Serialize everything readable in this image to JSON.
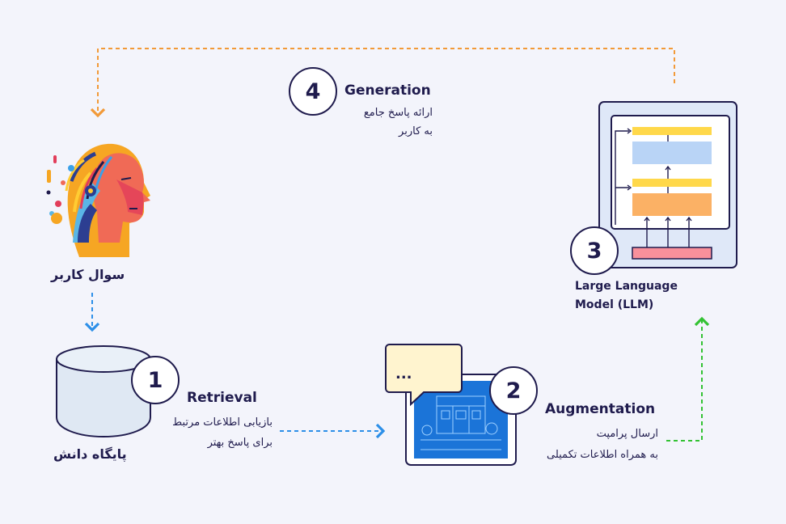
{
  "steps": [
    {
      "number": "1",
      "title": "Retrieval",
      "line1": "بازیابی اطلاعات مرتبط",
      "line2": "برای پاسخ بهتر"
    },
    {
      "number": "2",
      "title": "Augmentation",
      "line1": "ارسال پرامپت",
      "line2": "به همراه اطلاعات تکمیلی"
    },
    {
      "number": "3",
      "title_line1": "Large Language",
      "title_line2": "Model (LLM)"
    },
    {
      "number": "4",
      "title": "Generation",
      "line1": "ارائه پاسخ جامع",
      "line2": "به کاربر"
    }
  ],
  "nodes": {
    "user_label": "سوال کاربر",
    "kb_label": "پایگاه دانش",
    "chat_bubble_text": "..."
  },
  "colors": {
    "orange_dash": "#f29a38",
    "blue_dash": "#2c8fe8",
    "green_dash": "#33c233",
    "navy": "#1f1b4d",
    "blueprint": "#1b74d8"
  }
}
